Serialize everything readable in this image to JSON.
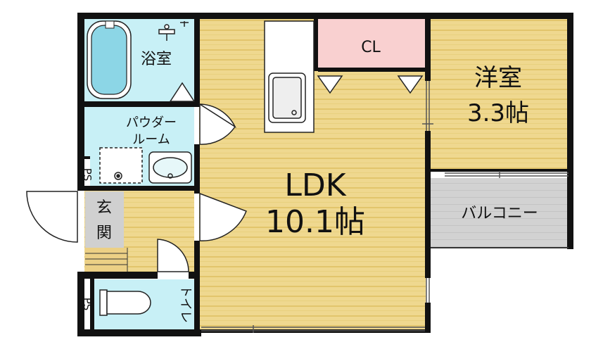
{
  "rooms": {
    "bath": {
      "label": "浴室"
    },
    "powder": {
      "line1": "パウダー",
      "line2": "ルーム"
    },
    "ps_upper": {
      "label": "PS"
    },
    "genkan": {
      "char1": "玄",
      "char2": "関"
    },
    "ps_lower": {
      "label": "PS"
    },
    "toilet": {
      "label": "トイレ"
    },
    "closet": {
      "label": "CL"
    },
    "ldk": {
      "label": "LDK",
      "size": "10.1帖"
    },
    "western": {
      "label": "洋室",
      "size": "3.3帖"
    },
    "balcony": {
      "label": "バルコニー"
    }
  },
  "colors": {
    "floor_wood": "#efd88f",
    "floor_stripe": "#e2c56c",
    "wet_area": "#c8f0f6",
    "closet": "#f9d0d0",
    "balcony": "#d2d2d2",
    "wall": "#111111",
    "tub": "#8cd6e6"
  }
}
